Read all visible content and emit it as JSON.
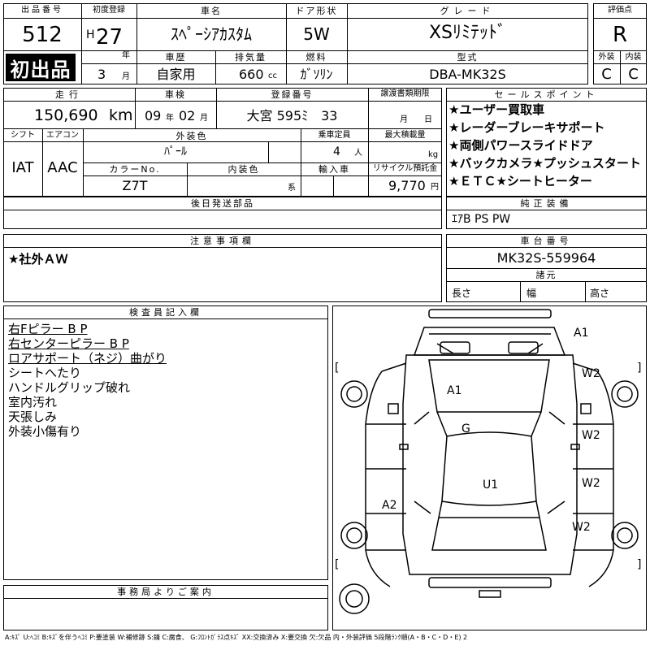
{
  "header": {
    "lot_label": "出品番号",
    "lot_no": "512",
    "first_listing": "初出品",
    "first_reg_label": "初度登録",
    "era": "H",
    "year": "27",
    "year_unit": "年",
    "month": "3",
    "month_unit": "月",
    "car_name_label": "車名",
    "car_name": "ｽﾍﾟｰｼｱｶｽﾀﾑ",
    "door_label": "ドア形状",
    "door": "5W",
    "grade_label": "グレード",
    "grade": "XSﾘﾐﾃｯﾄﾞ",
    "score_label": "評価点",
    "score": "R",
    "history_label": "車歴",
    "history": "自家用",
    "displacement_label": "排気量",
    "displacement": "660",
    "displacement_unit": "cc",
    "fuel_label": "燃料",
    "fuel": "ｶﾞｿﾘﾝ",
    "model_label": "型式",
    "model": "DBA-MK32S",
    "exterior_label": "外装",
    "exterior": "C",
    "interior_label": "内装",
    "interior": "C"
  },
  "spec": {
    "mileage_label": "走行",
    "mileage": "150,690",
    "mileage_unit": "km",
    "inspection_label": "車検",
    "insp_year": "09",
    "insp_year_unit": "年",
    "insp_month": "02",
    "insp_month_unit": "月",
    "reg_label": "登録番号",
    "reg_no": "大宮 595ﾐ　33",
    "transfer_label": "譲渡書類期限",
    "transfer_month_unit": "月",
    "transfer_day_unit": "日",
    "shift_label": "シフト",
    "shift": "IAT",
    "aircon_label": "エアコン",
    "aircon": "AAC",
    "color_label": "外装色",
    "color": "ﾊﾟｰﾙ",
    "capacity_label": "乗車定員",
    "capacity": "4",
    "capacity_unit": "人",
    "load_label": "最大積載量",
    "load_unit": "kg",
    "color_no_label": "カラーNo.",
    "color_no": "Z7T",
    "int_color_label": "内装色",
    "int_color_unit": "系",
    "import_label": "輸入車",
    "recycle_label": "リサイクル預託金",
    "recycle": "9,770",
    "recycle_unit": "円",
    "later_parts_label": "後日発送部品"
  },
  "sales": {
    "title": "セールスポイント",
    "points": [
      "★ユーザー買取車",
      "★レーダーブレーキサポート",
      "★両側パワースライドドア",
      "★バックカメラ★プッシュスタート",
      "★ＥＴＣ★シートヒーター"
    ],
    "equipment_label": "純正装備",
    "equipment": "ｴｱB PS PW"
  },
  "caution": {
    "label": "注意事項欄",
    "text": "★社外ＡＷ"
  },
  "chassis": {
    "label": "車台番号",
    "number": "MK32S-559964",
    "dims_label": "諸元",
    "length_label": "長さ",
    "width_label": "幅",
    "height_label": "高さ"
  },
  "inspector": {
    "label": "検査員記入欄",
    "notes_underlined": [
      "右Fピラー B P",
      "右センターピラー B P",
      "ロアサポート（ネジ）曲がり"
    ],
    "notes": [
      "シートへたり",
      "ハンドルグリップ破れ",
      "室内汚れ",
      "天張しみ",
      "外装小傷有り"
    ]
  },
  "office": {
    "label": "事務局よりご案内"
  },
  "diagram_marks": {
    "front_right": "A1",
    "hood": "A1",
    "windshield": "G",
    "roof": "U1",
    "left_rear_door": "A2",
    "right_front_fender": "W2",
    "right_front_door": "W2",
    "right_rear_door": "W2",
    "right_rear_fender": "W2",
    "bracket_l": "[",
    "bracket_r": "]"
  },
  "legend": "A:ｷｽﾞ U:ﾍｺﾐ B:ｷｽﾞを伴うﾍｺﾐ P:要塗装 W:補修跡 S:錆 C:腐食、 G:ﾌﾛﾝﾄｶﾞﾗｽ点ｷｽﾞ XX:交換済み X:要交換 欠:欠品 内・外装評価 5段階ﾗﾝｸ順(A・B・C・D・E) 2"
}
